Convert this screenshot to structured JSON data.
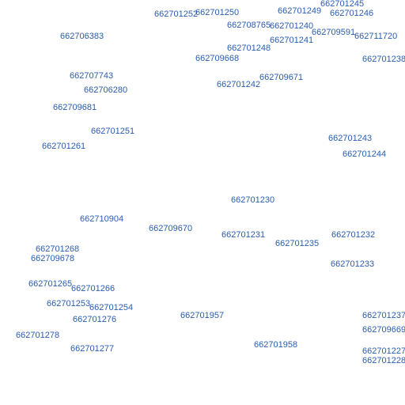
{
  "map": {
    "label_color": "#2a5db0",
    "labels": [
      "662701245",
      "662701249",
      "662701246",
      "662701252",
      "662701250",
      "662708765",
      "662701240",
      "662709591",
      "662711720",
      "662706383",
      "662701241",
      "662701248",
      "662709668",
      "662701238",
      "662707743",
      "662709671",
      "662701242",
      "662706280",
      "662709681",
      "662701251",
      "662701243",
      "662701261",
      "662701244",
      "662701230",
      "662710904",
      "662709670",
      "662701231",
      "662701232",
      "662701235",
      "662701268",
      "662709678",
      "662701233",
      "662701265",
      "662701266",
      "662701253",
      "662701254",
      "662701957",
      "662701237",
      "662701276",
      "662709669",
      "662701278",
      "662701958",
      "662701277",
      "662701227",
      "662701228"
    ]
  }
}
